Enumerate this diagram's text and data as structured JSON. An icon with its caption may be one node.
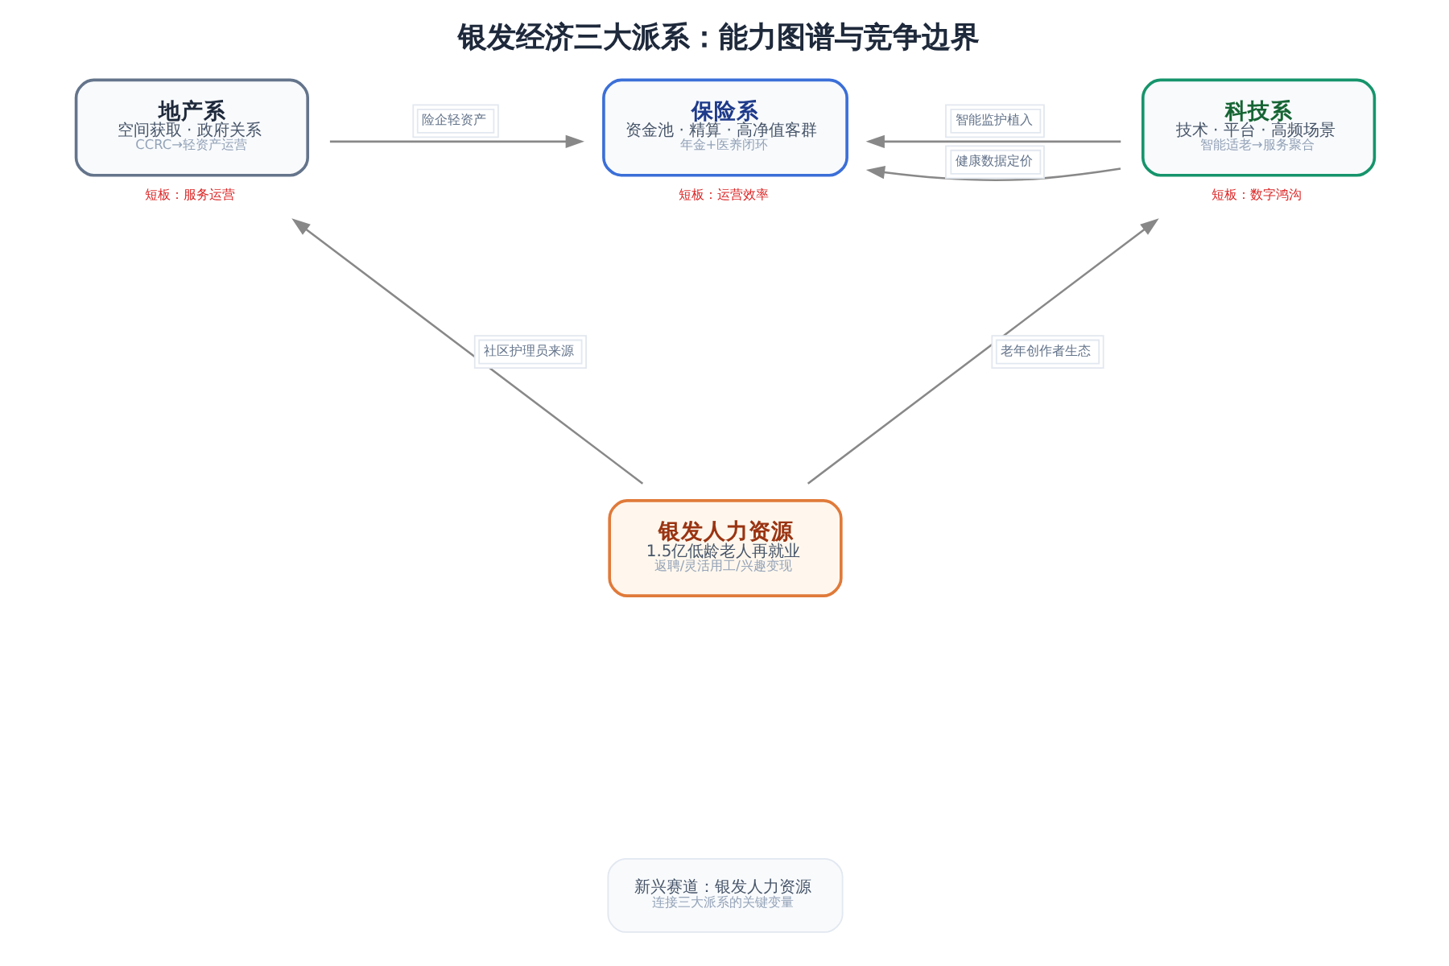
{
  "diagram": {
    "title": "银发经济三大派系：能力图谱与竞争边界",
    "nodes": [
      {
        "text": [
          "地产系",
          "空间获取 · 政府关系",
          "CCRC→轻资产运营"
        ],
        "beside": [
          "短板：服务运营"
        ]
      },
      {
        "text": [
          "保险系",
          "资金池 · 精算 · 高净值客群",
          "年金+医养闭环"
        ],
        "beside": [
          "短板：运营效率"
        ]
      },
      {
        "text": [
          "科技系",
          "技术 · 平台 · 高频场景",
          "智能适老→服务聚合"
        ],
        "beside": [
          "短板：数字鸿沟"
        ]
      },
      {
        "text": [
          "银发人力资源",
          "1.5亿低龄老人再就业",
          "返聘/灵活用工/兴趣变现"
        ]
      },
      {
        "text": [
          "新兴赛道：银发人力资源",
          "连接三大派系的关键变量"
        ]
      }
    ],
    "edges": [
      {
        "from": 0,
        "to": 1,
        "arrow": "to",
        "label": "险企轻资产"
      },
      {
        "from": 2,
        "to": 1,
        "arrow": "to",
        "label": "智能监护植入"
      },
      {
        "from": 2,
        "to": 1,
        "arrow": "to",
        "label": "健康数据定价"
      },
      {
        "from": 3,
        "to": 0,
        "arrow": "to",
        "label": "社区护理员来源"
      },
      {
        "from": 3,
        "to": 2,
        "arrow": "to",
        "label": "老年创作者生态"
      }
    ]
  }
}
